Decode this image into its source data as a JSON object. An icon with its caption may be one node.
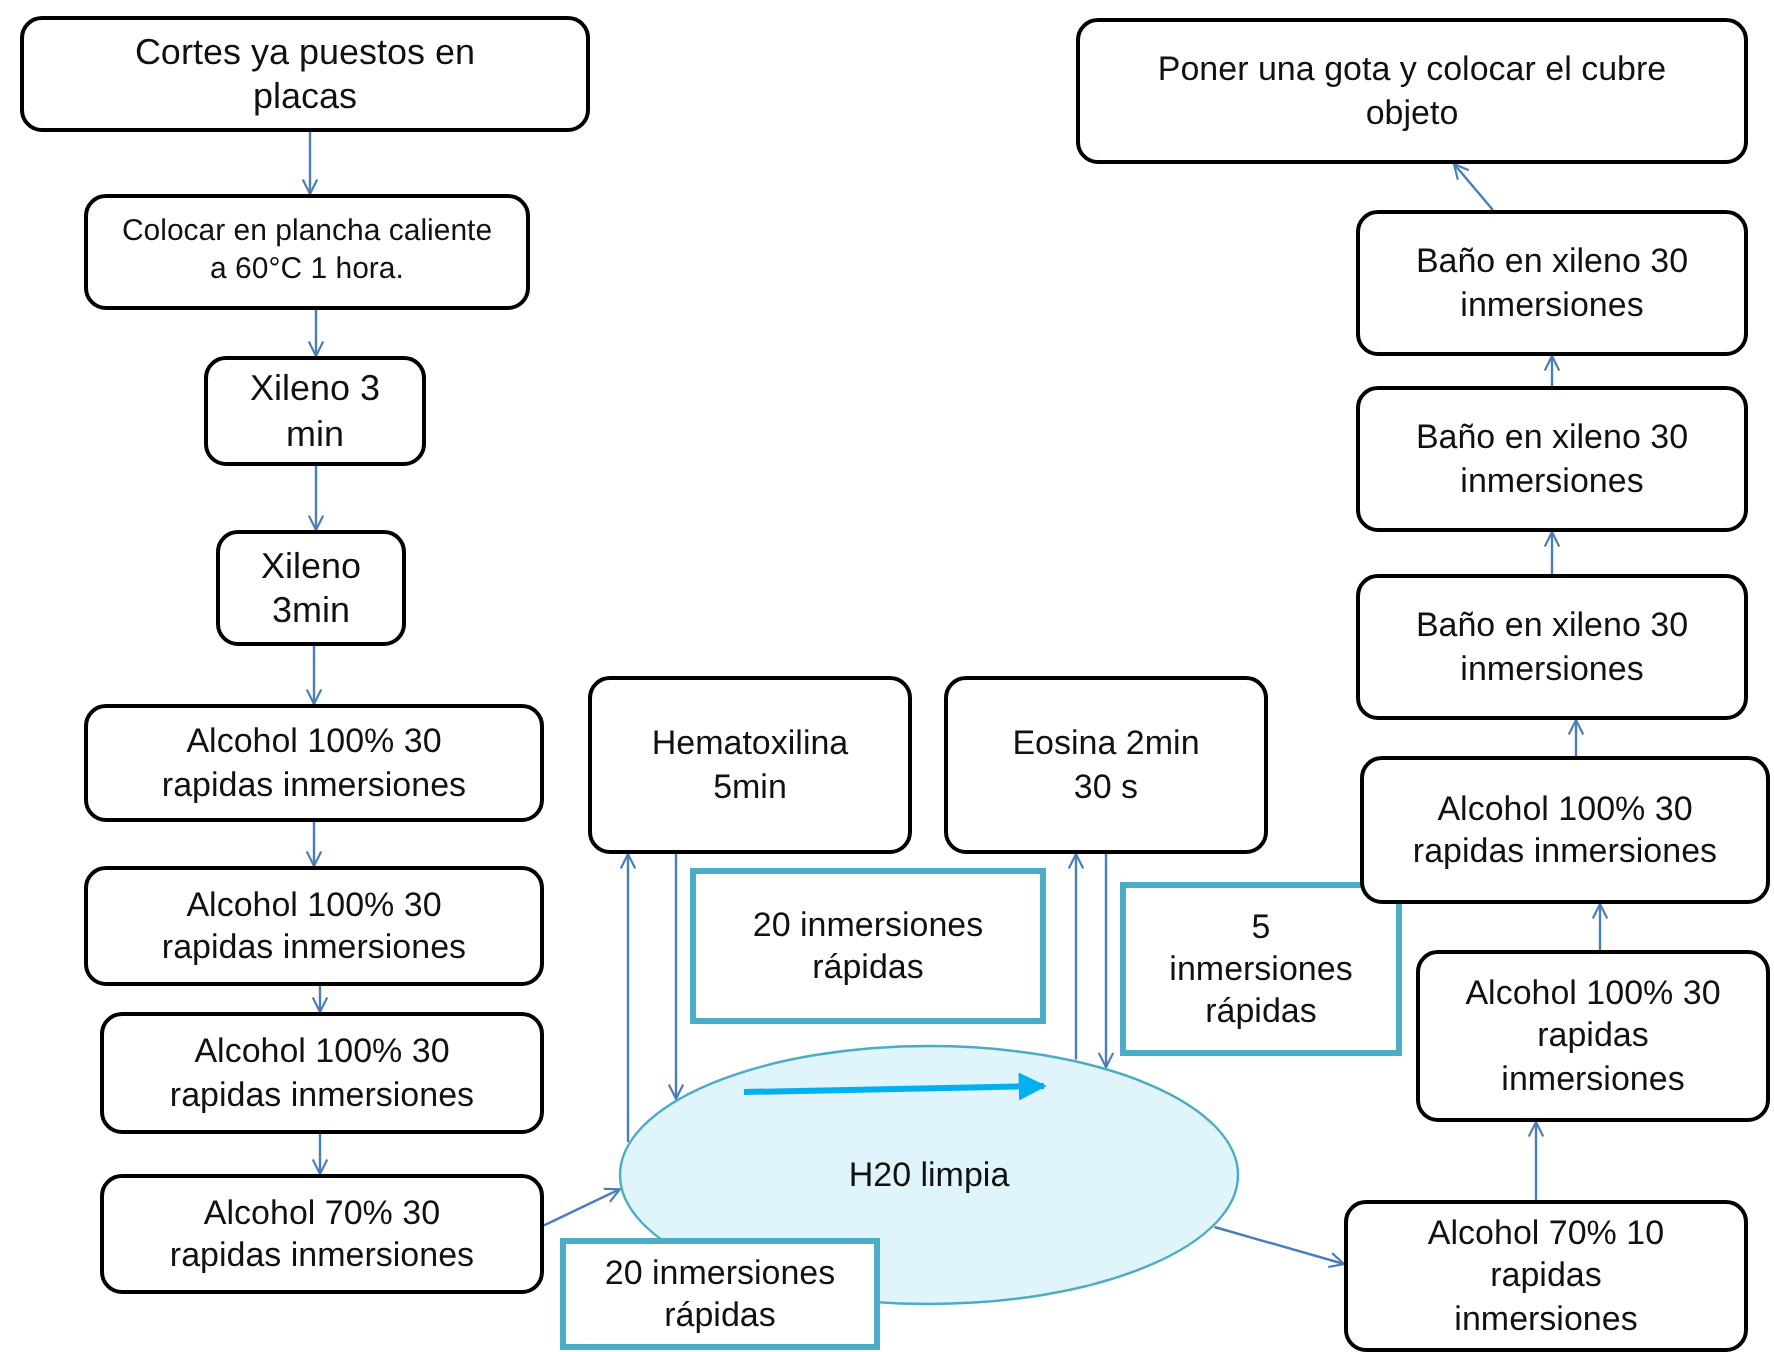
{
  "diagram": {
    "nodes": [
      {
        "text": [
          "Cortes ya puestos en placas"
        ]
      },
      {
        "text": [
          "Colocar en plancha caliente a 60°C 1 hora."
        ]
      },
      {
        "text": [
          "Xileno 3 min"
        ]
      },
      {
        "text": [
          "Xileno 3min"
        ]
      },
      {
        "text": [
          "Alcohol 100% 30 rapidas inmersiones"
        ]
      },
      {
        "text": [
          "Alcohol 100% 30 rapidas inmersiones"
        ]
      },
      {
        "text": [
          "Alcohol 100% 30 rapidas inmersiones"
        ]
      },
      {
        "text": [
          "Alcohol 70% 30 rapidas inmersiones"
        ]
      },
      {
        "text": [
          "Hematoxilina 5min"
        ]
      },
      {
        "text": [
          "Eosina 2min 30 s"
        ]
      },
      {
        "text": [
          "20 inmersiones rápidas"
        ]
      },
      {
        "text": [
          "5 inmersiones rápidas"
        ]
      },
      {
        "text": [
          "H20 limpia"
        ]
      },
      {
        "text": [
          "20 inmersiones rápidas"
        ]
      },
      {
        "text": [
          "Poner una gota y colocar el cubre objeto"
        ]
      },
      {
        "text": [
          "Baño en xileno 30 inmersiones"
        ]
      },
      {
        "text": [
          "Baño en xileno 30 inmersiones"
        ]
      },
      {
        "text": [
          "Baño en xileno 30 inmersiones"
        ]
      },
      {
        "text": [
          "Alcohol 100% 30 rapidas inmersiones"
        ]
      },
      {
        "text": [
          "Alcohol 100% 30 rapidas inmersiones"
        ]
      },
      {
        "text": [
          "Alcohol 70% 10 rapidas inmersiones"
        ]
      }
    ],
    "edges": [
      {
        "from": 0,
        "to": 1,
        "arrow": "to"
      },
      {
        "from": 1,
        "to": 2,
        "arrow": "to"
      },
      {
        "from": 2,
        "to": 3,
        "arrow": "to"
      },
      {
        "from": 3,
        "to": 4,
        "arrow": "to"
      },
      {
        "from": 4,
        "to": 5,
        "arrow": "to"
      },
      {
        "from": 5,
        "to": 6,
        "arrow": "to"
      },
      {
        "from": 6,
        "to": 7,
        "arrow": "to"
      },
      {
        "from": 7,
        "to": 12,
        "arrow": "to"
      },
      {
        "from": 8,
        "to": 12,
        "arrow": "to"
      },
      {
        "from": 12,
        "to": 8,
        "arrow": "to"
      },
      {
        "from": 12,
        "to": 9,
        "arrow": "to"
      },
      {
        "from": 9,
        "to": 12,
        "arrow": "to"
      },
      {
        "from": 12,
        "to": 20,
        "arrow": "to"
      },
      {
        "from": 20,
        "to": 19,
        "arrow": "to"
      },
      {
        "from": 19,
        "to": 18,
        "arrow": "to"
      },
      {
        "from": 18,
        "to": 17,
        "arrow": "to"
      },
      {
        "from": 17,
        "to": 16,
        "arrow": "to"
      },
      {
        "from": 16,
        "to": 15,
        "arrow": "to"
      },
      {
        "from": 15,
        "to": 14,
        "arrow": "to"
      }
    ]
  }
}
